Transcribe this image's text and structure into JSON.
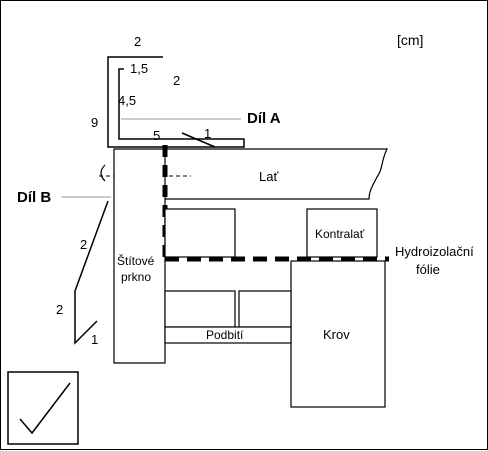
{
  "unit_label": "[cm]",
  "part_a_label": "Díl A",
  "part_b_label": "Díl B",
  "dimensions": {
    "top_2": "2",
    "inner_1_5": "1,5",
    "right_2": "2",
    "inner_4_5": "4,5",
    "height_9": "9",
    "seg_5": "5",
    "seg_1_top": "1",
    "slope_2_upper": "2",
    "slope_2_lower": "2",
    "seg_1_bottom": "1"
  },
  "labels": {
    "lat": "Lať",
    "kontralat": "Kontralať",
    "hydro_line1": "Hydroizolační",
    "hydro_line2": "fólie",
    "stitove_line1": "Štítové",
    "stitove_line2": "prkno",
    "podbiti": "Podbití",
    "krov": "Krov"
  },
  "status": {
    "checkmark": "check-icon"
  }
}
